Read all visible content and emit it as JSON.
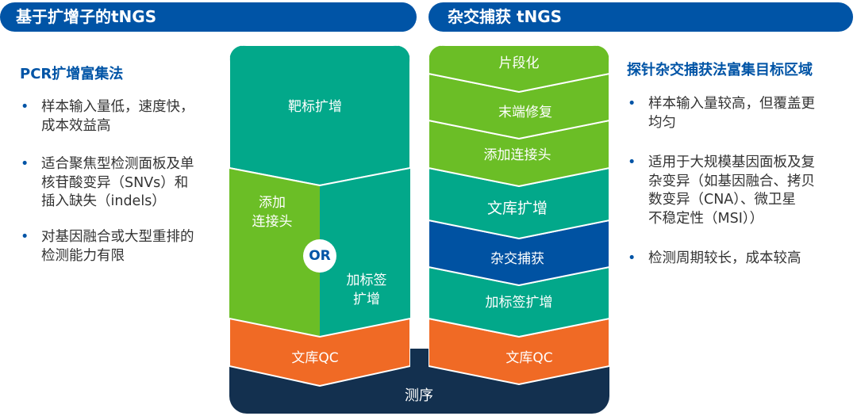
{
  "left": {
    "header": "基于扩增子的tNGS",
    "subtitle": "PCR扩增富集法",
    "bullets": [
      [
        "样本输入量低，速度快，",
        "成本效益高"
      ],
      [
        "适合聚焦型检测面板及单",
        "核苷酸变异（SNVs）和",
        "插入缺失（indels）"
      ],
      [
        "对基因融合或大型重排的",
        "检测能力有限"
      ]
    ],
    "steps": {
      "target_amp": "靶标扩增",
      "add_adapter": [
        "添加",
        "连接头"
      ],
      "or": "OR",
      "tag_amp": [
        "加标签",
        "扩增"
      ],
      "lib_qc": "文库QC"
    }
  },
  "right": {
    "header": "杂交捕获 tNGS",
    "subtitle": "探针杂交捕获法富集目标区域",
    "bullets": [
      [
        "样本输入量较高，但覆盖更",
        "均匀"
      ],
      [
        "适用于大规模基因面板及复",
        "杂变异（如基因融合、拷贝",
        "数变异（CNA）、微卫星",
        "不稳定性（MSI））"
      ],
      [
        "检测周期较长，成本较高"
      ]
    ],
    "steps": [
      "片段化",
      "末端修复",
      "添加连接头",
      "文库扩增",
      "杂交捕获",
      "加标签扩增",
      "文库QC"
    ]
  },
  "shared_step": "测序",
  "bullet_symbol": "•",
  "colors": {
    "header": "#0054A6",
    "teal": "#02A88A",
    "green": "#6BBE26",
    "blue": "#0052A2",
    "orange": "#F06A25",
    "navy": "#13304F"
  }
}
